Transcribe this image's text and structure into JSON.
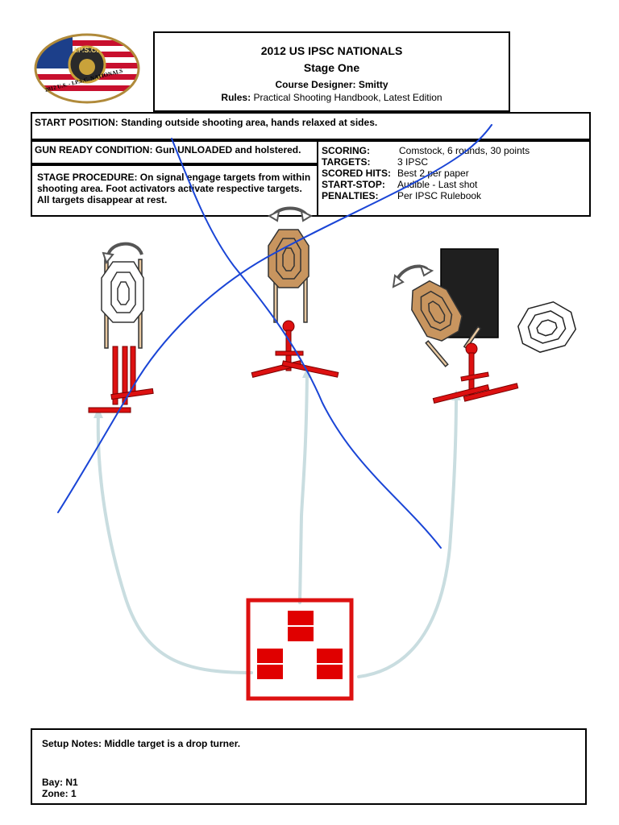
{
  "logo": {
    "text": "I.P.S.C.",
    "ring_text": "2012 U.S. - I.P.S.C. NATIONALS"
  },
  "header": {
    "title": "2012 US IPSC NATIONALS",
    "stage": "Stage One",
    "designer": "Course Designer: Smitty",
    "rules_label": "Rules:",
    "rules_value": "Practical Shooting Handbook, Latest Edition"
  },
  "start_position": {
    "label": "START POSITION:",
    "value": "Standing outside shooting area, hands relaxed at sides."
  },
  "gun_ready": {
    "label": "GUN READY CONDITION:",
    "value": "Gun UNLOADED and holstered."
  },
  "procedure": {
    "text": "STAGE PROCEDURE: On signal engage targets from within shooting area. Foot activators activate respective targets. All targets disappear at rest."
  },
  "scoring": [
    {
      "label": "SCORING:",
      "value": "Comstock, 6 rounds, 30 points"
    },
    {
      "label": "TARGETS:",
      "value": "3 IPSC"
    },
    {
      "label": "SCORED HITS:",
      "value": "Best 2 per paper"
    },
    {
      "label": "START-STOP:",
      "value": "Audible - Last shot"
    },
    {
      "label": "PENALTIES:",
      "value": "Per IPSC Rulebook"
    }
  ],
  "setup": {
    "notes": "Setup Notes: Middle target is a drop turner.",
    "bay": "Bay: N1",
    "zone": "Zone: 1"
  },
  "colors": {
    "stand_red": "#dd1111",
    "target_tan": "#c8955f",
    "blue_ink": "#1a45d6",
    "arrow_pale": "#c9dde0",
    "barricade": "#1f1f1f"
  }
}
